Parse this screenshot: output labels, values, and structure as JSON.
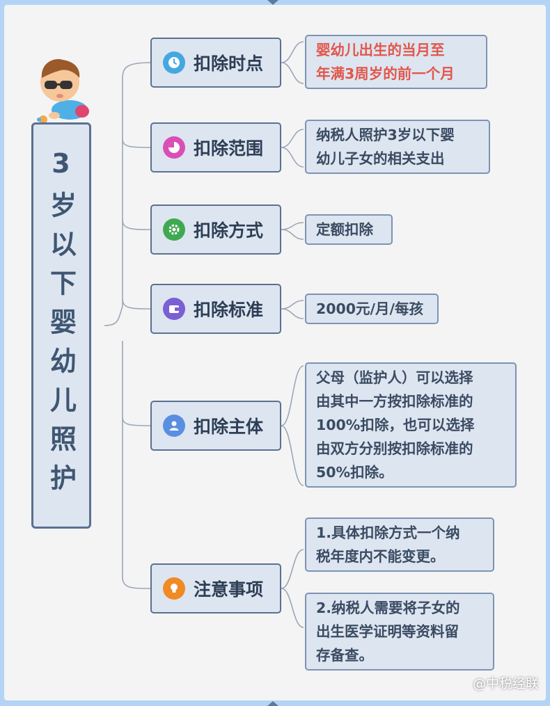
{
  "title": "3岁以下婴幼儿照护",
  "branches": [
    {
      "label": "扣除时点",
      "icon": "clock-icon",
      "icon_color": "#43a8e0"
    },
    {
      "label": "扣除范围",
      "icon": "pie-chart-icon",
      "icon_color": "#d94fb5"
    },
    {
      "label": "扣除方式",
      "icon": "gear-icon",
      "icon_color": "#3fa952"
    },
    {
      "label": "扣除标准",
      "icon": "wallet-icon",
      "icon_color": "#7b5fd4"
    },
    {
      "label": "扣除主体",
      "icon": "user-icon",
      "icon_color": "#5a8fe0"
    },
    {
      "label": "注意事项",
      "icon": "lightbulb-icon",
      "icon_color": "#f08a24"
    }
  ],
  "leaves": {
    "time": [
      "婴幼儿出生的当月至",
      "年满3周岁的前一个月"
    ],
    "scope": [
      "纳税人照护3岁以下婴",
      "幼儿子女的相关支出"
    ],
    "method": [
      "定额扣除"
    ],
    "standard": [
      "2000元/月/每孩"
    ],
    "subject": [
      "父母（监护人）可以选择",
      "由其中一方按扣除标准的",
      "100%扣除，也可以选择",
      "由双方分别按扣除标准的",
      "50%扣除。"
    ],
    "notes": [
      [
        "1.具体扣除方式一个纳",
        "税年度内不能变更。"
      ],
      [
        "2.纳税人需要将子女的",
        "出生医学证明等资料留",
        "存备查。"
      ]
    ]
  },
  "watermark": "@中税经联",
  "colors": {
    "highlight_text": "#e2564b",
    "box_fill": "#dde5f0",
    "border": "#5b7091"
  }
}
